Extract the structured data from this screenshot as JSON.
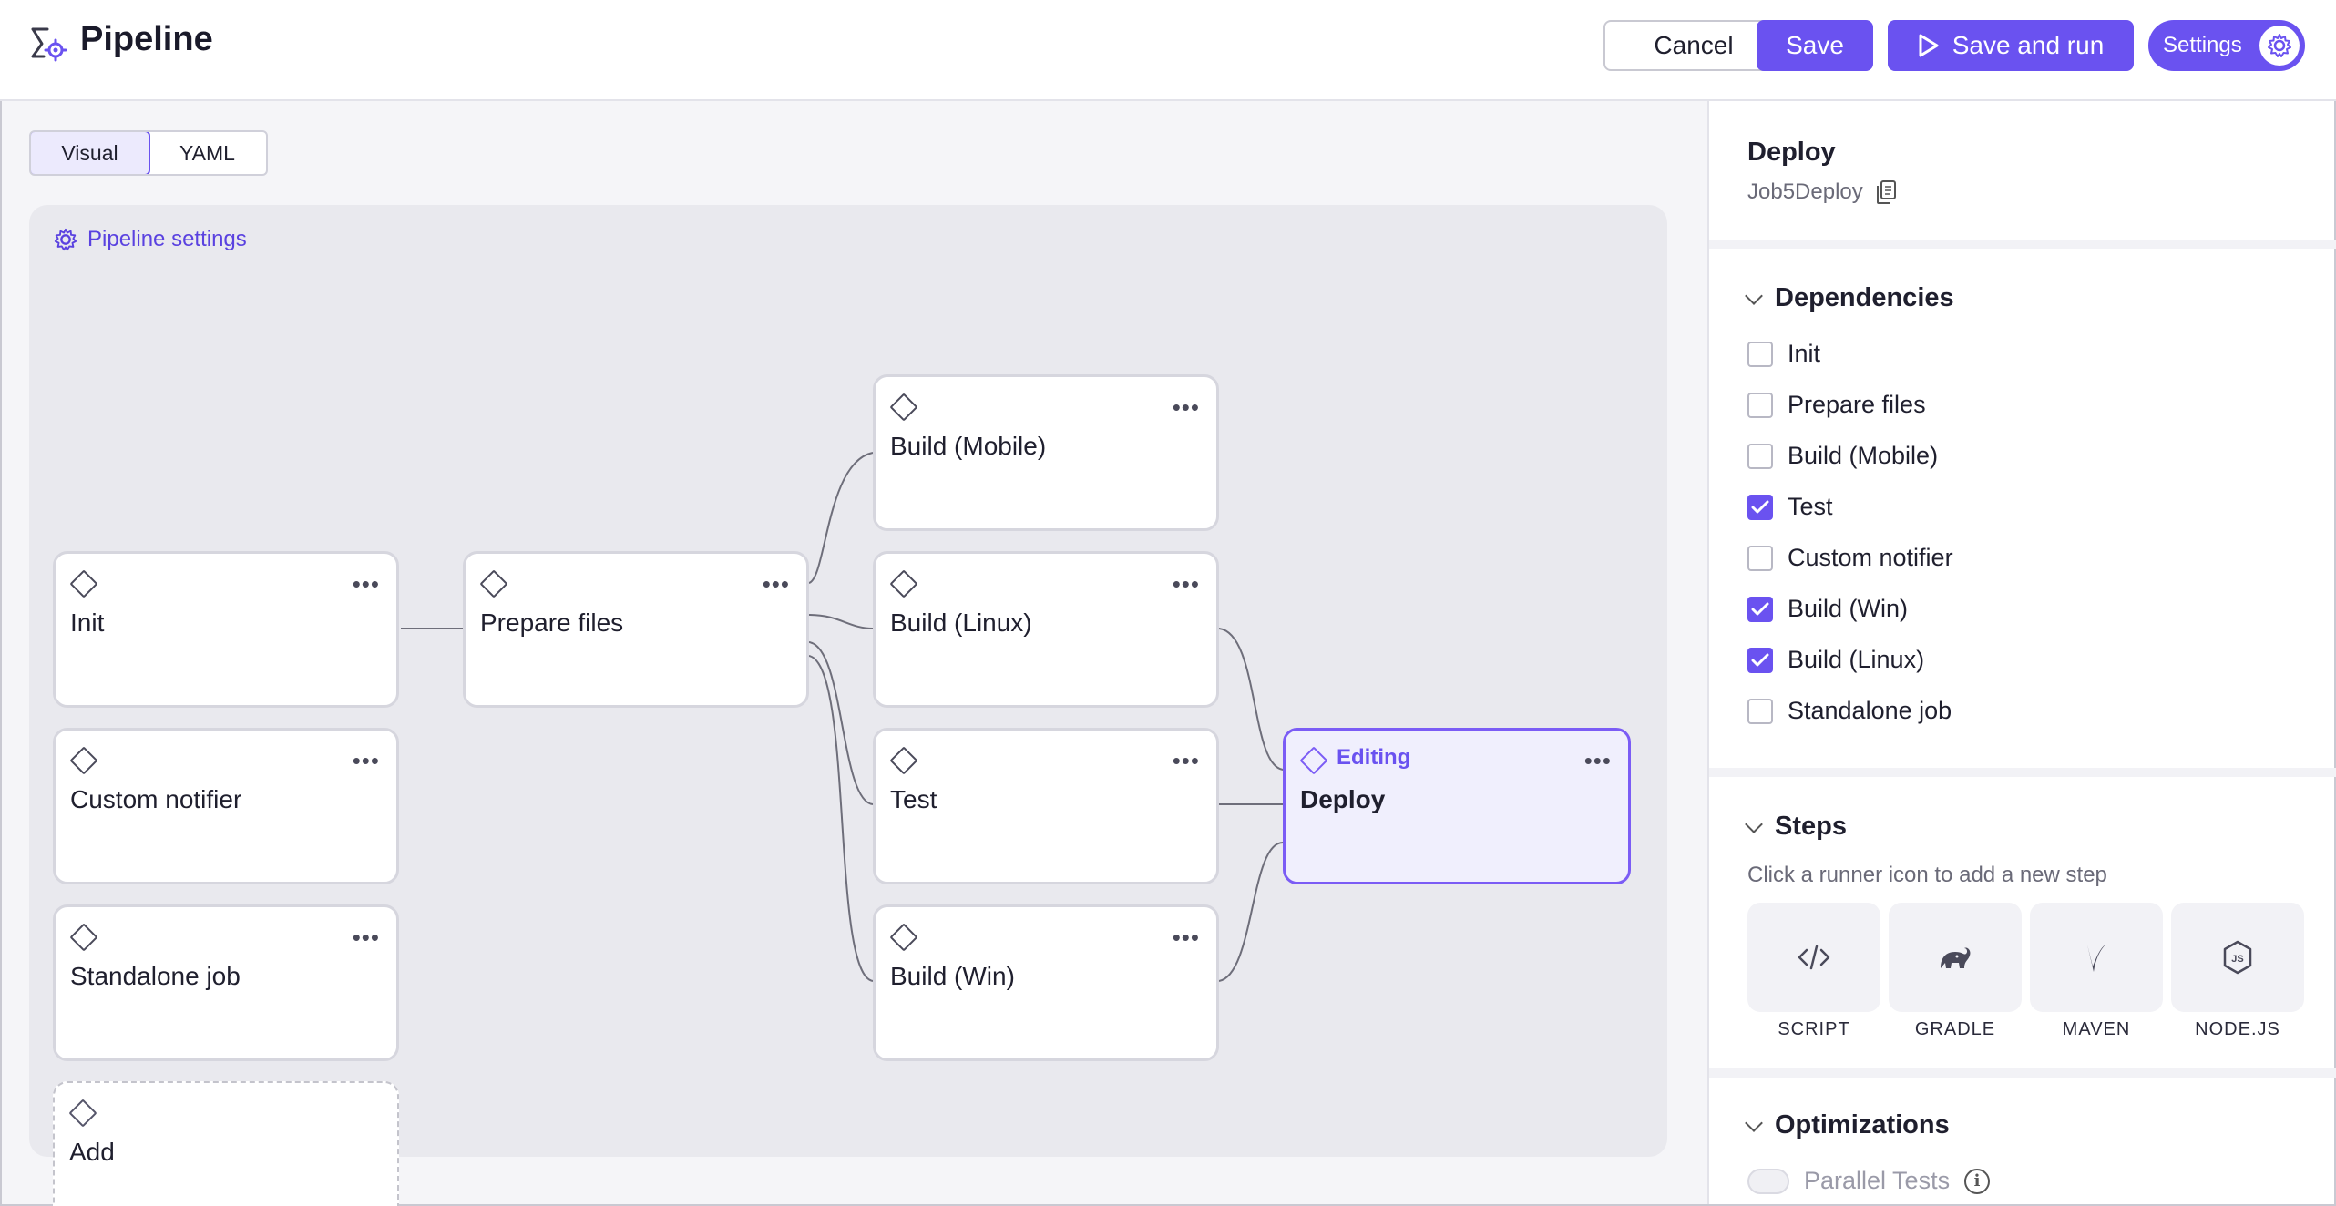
{
  "header": {
    "title": "Pipeline",
    "cancel_label": "Cancel",
    "save_label": "Save",
    "save_run_label": "Save and run",
    "settings_label": "Settings",
    "accent_color": "#6a52f0"
  },
  "view_toggle": {
    "visual": "Visual",
    "yaml": "YAML",
    "selected": "Visual"
  },
  "canvas": {
    "settings_link": "Pipeline settings",
    "jobs": [
      {
        "name": "Init"
      },
      {
        "name": "Custom notifier"
      },
      {
        "name": "Standalone job"
      },
      {
        "name": "Add"
      },
      {
        "name": "Prepare files"
      },
      {
        "name": "Build (Mobile)"
      },
      {
        "name": "Build (Linux)"
      },
      {
        "name": "Test"
      },
      {
        "name": "Build (Win)"
      },
      {
        "name": "Deploy",
        "status": "Editing"
      }
    ]
  },
  "panel": {
    "title": "Deploy",
    "job_id": "Job5Deploy",
    "dependencies": {
      "heading": "Dependencies",
      "items": [
        {
          "label": "Init",
          "checked": false
        },
        {
          "label": "Prepare files",
          "checked": false
        },
        {
          "label": "Build (Mobile)",
          "checked": false
        },
        {
          "label": "Test",
          "checked": true
        },
        {
          "label": "Custom notifier",
          "checked": false
        },
        {
          "label": "Build (Win)",
          "checked": true
        },
        {
          "label": "Build (Linux)",
          "checked": true
        },
        {
          "label": "Standalone job",
          "checked": false
        }
      ]
    },
    "steps": {
      "heading": "Steps",
      "hint": "Click a runner icon to add a new step",
      "runners": [
        {
          "label": "SCRIPT",
          "icon": "code-icon"
        },
        {
          "label": "GRADLE",
          "icon": "gradle-icon"
        },
        {
          "label": "MAVEN",
          "icon": "maven-icon"
        },
        {
          "label": "NODE.JS",
          "icon": "nodejs-icon"
        }
      ]
    },
    "optimizations": {
      "heading": "Optimizations",
      "parallel_tests_label": "Parallel Tests",
      "parallel_tests_enabled": false
    }
  }
}
